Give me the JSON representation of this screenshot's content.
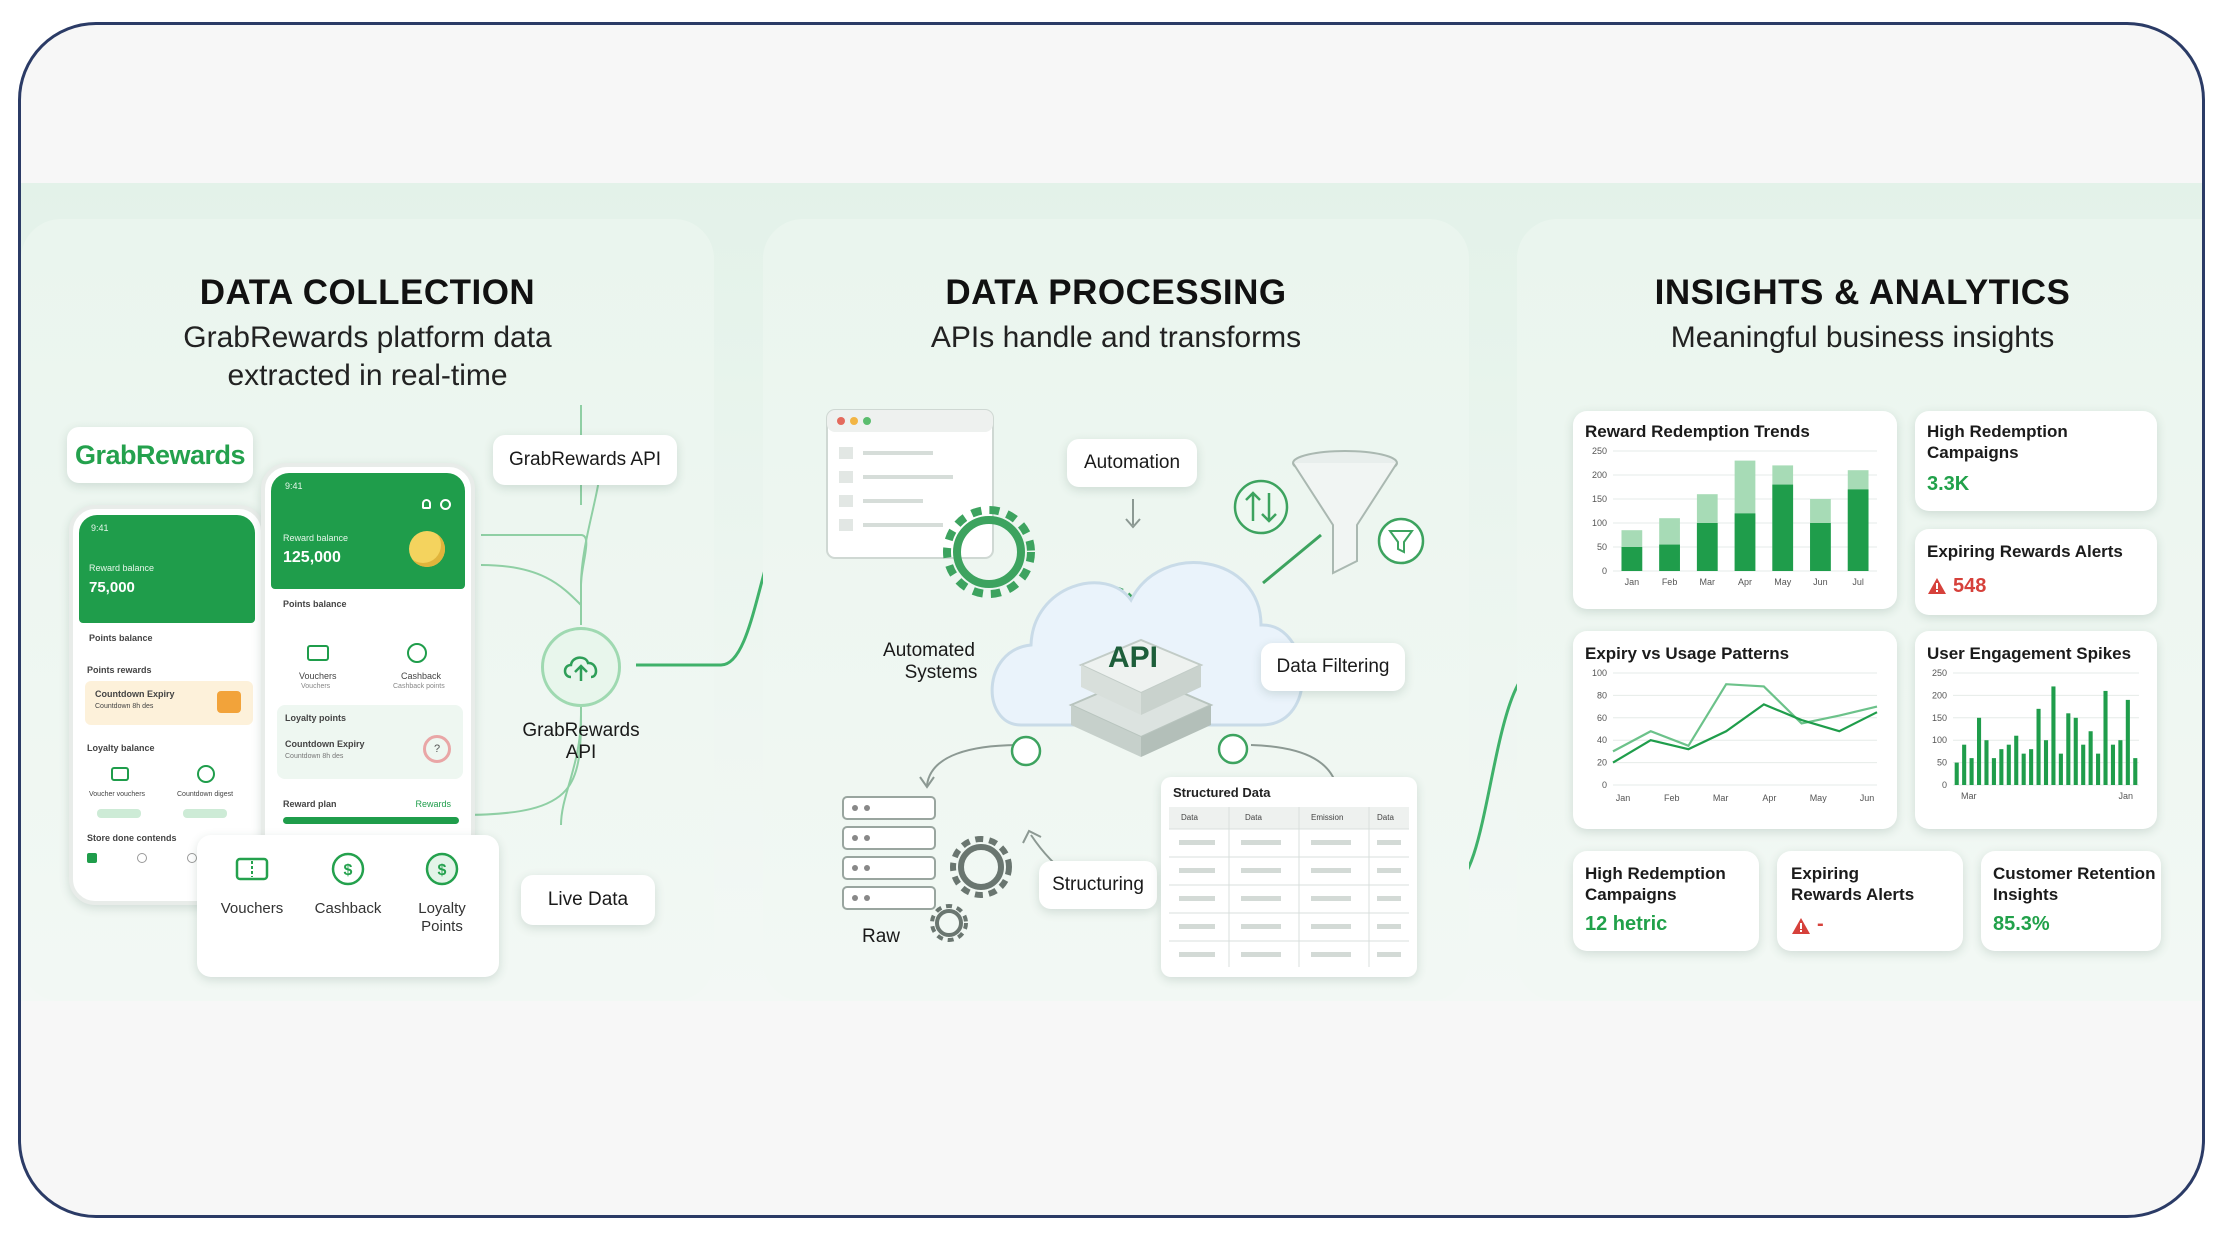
{
  "colors": {
    "brand": "#1f9d4b",
    "brand_light": "#a7dbb6",
    "frame": "#2b3b66",
    "alert": "#d6413b"
  },
  "collection": {
    "title": "DATA COLLECTION",
    "subtitle_l1": "GrabRewards platform data",
    "subtitle_l2": "extracted in real-time",
    "logo": "GrabRewards",
    "api_tag": "GrabRewards API",
    "hub_l1": "GrabRewards",
    "hub_l2": "API",
    "live_tag": "Live Data",
    "features": [
      {
        "label": "Vouchers",
        "icon": "voucher-icon"
      },
      {
        "label": "Cashback",
        "icon": "cashback-icon"
      },
      {
        "label": "Loyalty Points",
        "icon": "loyalty-points-icon"
      }
    ],
    "phone1": {
      "time": "9:41",
      "caption": "Reward balance",
      "balance": "75,000",
      "row1": "Points balance",
      "row2": "Points rewards",
      "row3": "Countdown Expiry",
      "row3b": "Countdown 8h des",
      "row4": "Loyalty balance",
      "row5": "Voucher vouchers",
      "row6": "Countdown digest",
      "row7": "Store done contends"
    },
    "phone2": {
      "time": "9:41",
      "caption": "Reward balance",
      "balance": "125,000",
      "row1": "Points balance",
      "t1": "Vouchers",
      "t1b": "Vouchers",
      "t2": "Cashback",
      "t2b": "Cashback points",
      "row2": "Loyalty points",
      "row3": "Countdown Expiry",
      "row3b": "Countdown 8h des",
      "row4": "Reward plan",
      "row4b": "Rewards"
    }
  },
  "processing": {
    "title": "DATA PROCESSING",
    "subtitle": "APIs handle and transforms",
    "automation": "Automation",
    "automated_l1": "Automated",
    "automated_l2": "Systems",
    "api": "API",
    "filtering": "Data Filtering",
    "structuring": "Structuring",
    "raw": "Raw",
    "structured_title": "Structured Data",
    "structured_cols": [
      "Data",
      "Data",
      "Emission",
      "Data"
    ]
  },
  "insights": {
    "title": "INSIGHTS & ANALYTICS",
    "subtitle": "Meaningful business insights",
    "trends_title": "Reward Redemption Trends",
    "high_title_l1": "High Redemption",
    "high_title_l2": "Campaigns",
    "high_value": "3.3K",
    "expiring_title": "Expiring Rewards Alerts",
    "expiring_value": "548",
    "expiry_title": "Expiry vs Usage Patterns",
    "engagement_title": "User Engagement Spikes",
    "b1_l1": "High Redemption",
    "b1_l2": "Campaigns",
    "b1_value": "12 hetric",
    "b2_l1": "Expiring",
    "b2_l2": "Rewards Alerts",
    "b2_value": "-",
    "b3_l1": "Customer Retention",
    "b3_l2": "Insights",
    "b3_value": "85.3%"
  },
  "chart_data": [
    {
      "type": "bar",
      "title": "Reward Redemption Trends",
      "categories": [
        "Jan",
        "Feb",
        "Mar",
        "Apr",
        "May",
        "Jun",
        "Jul"
      ],
      "series": [
        {
          "values": [
            50,
            55,
            100,
            120,
            180,
            100,
            170
          ]
        },
        {
          "values": [
            85,
            110,
            160,
            230,
            220,
            150,
            210
          ]
        }
      ],
      "ylim": [
        0,
        250
      ],
      "yticks": [
        0,
        50,
        100,
        150,
        200,
        250
      ],
      "grid": true
    },
    {
      "type": "line",
      "title": "Expiry vs Usage Patterns",
      "x": [
        "Jan",
        "Feb",
        "Mar",
        "Apr",
        "May",
        "Jun"
      ],
      "series": [
        {
          "values": [
            30,
            48,
            35,
            90,
            88,
            55,
            62,
            70
          ]
        },
        {
          "values": [
            20,
            40,
            32,
            48,
            72,
            58,
            48,
            65
          ]
        }
      ],
      "ylim": [
        0,
        100
      ],
      "yticks": [
        0,
        20,
        40,
        60,
        80,
        100
      ],
      "grid": true
    },
    {
      "type": "bar",
      "title": "User Engagement Spikes",
      "categories": [
        "Mar",
        "Jan"
      ],
      "values": [
        50,
        90,
        60,
        150,
        100,
        60,
        80,
        90,
        110,
        70,
        80,
        170,
        100,
        220,
        70,
        160,
        150,
        90,
        120,
        70,
        210,
        90,
        100,
        190,
        60
      ],
      "ylim": [
        0,
        250
      ],
      "yticks": [
        0,
        50,
        100,
        150,
        200,
        250
      ],
      "grid": true
    }
  ]
}
